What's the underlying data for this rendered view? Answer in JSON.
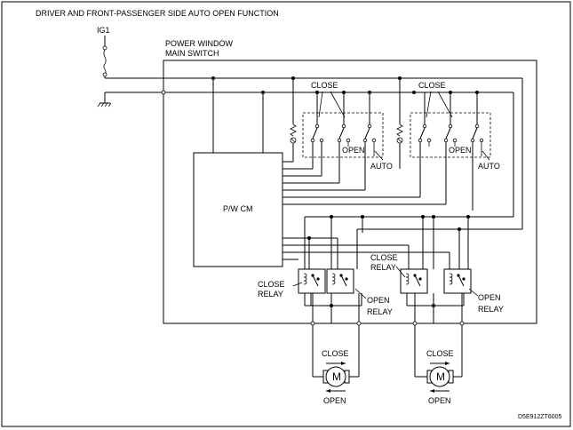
{
  "diagram": {
    "title": "DRIVER AND FRONT-PASSENGER SIDE AUTO OPEN FUNCTION",
    "code": "D5E912ZT6005",
    "ig1": "IG1",
    "main_switch_line1": "POWER WINDOW",
    "main_switch_line2": "MAIN SWITCH",
    "pwcm": "P/W CM",
    "left_switch": {
      "close": "CLOSE",
      "open": "OPEN",
      "auto": "AUTO"
    },
    "right_switch": {
      "close": "CLOSE",
      "open": "OPEN",
      "auto": "AUTO"
    },
    "relay_close_a": {
      "line1": "CLOSE",
      "line2": "RELAY"
    },
    "relay_open_a": {
      "line1": "OPEN",
      "line2": "RELAY"
    },
    "relay_close_b": {
      "line1": "CLOSE",
      "line2": "RELAY"
    },
    "relay_open_b": {
      "line1": "OPEN",
      "line2": "RELAY"
    },
    "motor_left": {
      "symbol": "M",
      "close": "CLOSE",
      "open": "OPEN"
    },
    "motor_right": {
      "symbol": "M",
      "close": "CLOSE",
      "open": "OPEN"
    }
  }
}
